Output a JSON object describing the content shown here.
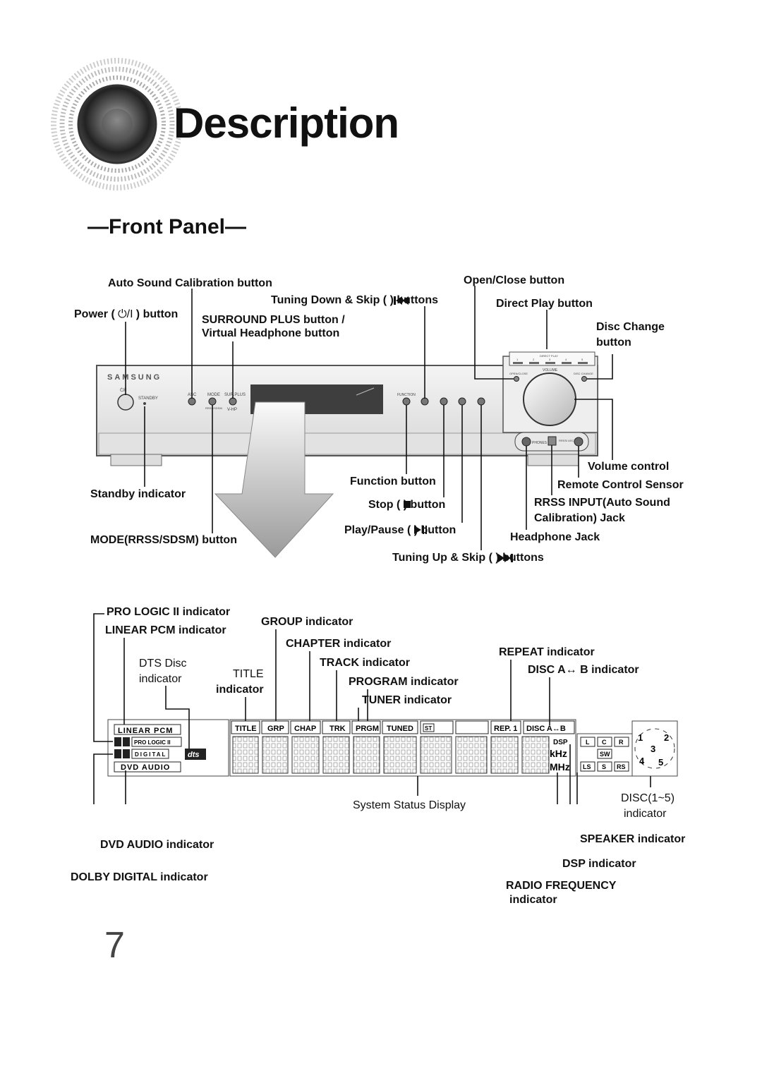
{
  "page": {
    "title": "Description",
    "section": "—Front Panel—",
    "page_number": "7"
  },
  "front_panel": {
    "brand": "SAMSUNG",
    "labels": {
      "auto_sound": "Auto Sound Calibration button",
      "tuning_down": "Tuning Down & Skip (       ) buttons",
      "power_pre": "Power (",
      "power_post": ") button",
      "surround_1": "SURROUND PLUS button /",
      "surround_2": "Virtual Headphone button",
      "open_close": "Open/Close button",
      "direct_play": "Direct Play button",
      "disc_change_1": "Disc Change",
      "disc_change_2": "button",
      "volume": "Volume control",
      "remote_sensor": "Remote Control Sensor",
      "rrss_1": "RRSS INPUT(Auto Sound",
      "rrss_2": "Calibration) Jack",
      "headphone": "Headphone Jack",
      "function": "Function button",
      "stop": "Stop (    ) button",
      "play_pause": "Play/Pause (      ) button",
      "tuning_up": "Tuning Up & Skip (       ) buttons",
      "standby": "Standby indicator",
      "mode": "MODE(RRSS/SDSM) button"
    },
    "panel_text": {
      "power_sym": "⏻/I",
      "standby": "STANDBY",
      "asc": "ASC",
      "mode": "MODE",
      "rrss_sdsm": "RRSS/SDSM",
      "surplus": "SUR.PLUS",
      "vhp": "V-HP",
      "function": "FUNCTION",
      "direct_play": "DIRECT PLAY",
      "open_close": "OPEN/CLOSE",
      "volume": "VOLUME",
      "disc_change": "DISC CHANGE",
      "phones": "PHONES",
      "rrss_asc": "RRSS/ ASC IN",
      "dp1": "1",
      "dp2": "2",
      "dp3": "3",
      "dp4": "4",
      "dp5": "5"
    }
  },
  "display": {
    "labels": {
      "pro_logic": "PRO LOGIC II indicator",
      "linear_pcm": "LINEAR PCM indicator",
      "dts_1": "DTS Disc",
      "dts_2": "indicator",
      "title_1": "TITLE",
      "title_2": "indicator",
      "group": "GROUP indicator",
      "chapter": "CHAPTER indicator",
      "track": "TRACK indicator",
      "program": "PROGRAM indicator",
      "tuner": "TUNER indicator",
      "repeat": "REPEAT indicator",
      "disc_ab": "DISC A↔ B indicator",
      "system_status": "System Status Display",
      "disc_1_5_a": "DISC(1~5)",
      "disc_1_5_b": "indicator",
      "speaker": "SPEAKER indicator",
      "dsp": "DSP indicator",
      "radio_1": "RADIO FREQUENCY",
      "radio_2": "indicator",
      "dvd_audio": "DVD AUDIO indicator",
      "dolby": "DOLBY DIGITAL indicator"
    },
    "panel_text": {
      "linear_pcm": "LINEAR PCM",
      "pro_logic": "PRO LOGIC II",
      "digital": "DIGITAL",
      "dvd_audio": "DVD AUDIO",
      "dts": "dts",
      "title": "TITLE",
      "grp": "GRP",
      "chap": "CHAP",
      "trk": "TRK",
      "prgm": "PRGM",
      "tuned": "TUNED",
      "st": "ST",
      "rep1": "REP. 1",
      "disc_ab": "DISC  A↔B",
      "dsp": "DSP",
      "khz": "kHz",
      "mhz": "MHz",
      "l": "L",
      "c": "C",
      "r": "R",
      "sw": "SW",
      "ls": "LS",
      "s": "S",
      "rs": "RS",
      "d1": "1",
      "d2": "2",
      "d3": "3",
      "d4": "4",
      "d5": "5"
    }
  }
}
